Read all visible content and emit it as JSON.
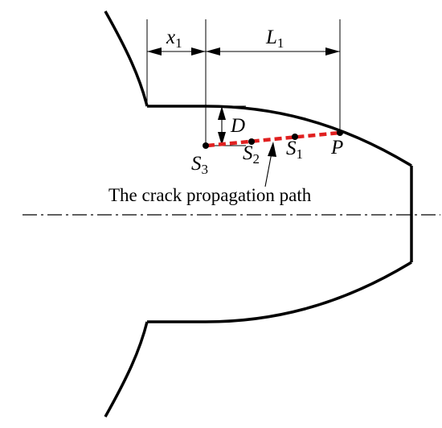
{
  "labels": {
    "x1": {
      "main": "x",
      "sub": "1"
    },
    "L1": {
      "main": "L",
      "sub": "1"
    },
    "D": "D",
    "S3": {
      "main": "S",
      "sub": "3"
    },
    "S2": {
      "main": "S",
      "sub": "2"
    },
    "S1": {
      "main": "S",
      "sub": "1"
    },
    "P": "P",
    "caption": "The crack propagation path"
  },
  "colors": {
    "outline": "#000000",
    "crack_path": "#e02020"
  }
}
